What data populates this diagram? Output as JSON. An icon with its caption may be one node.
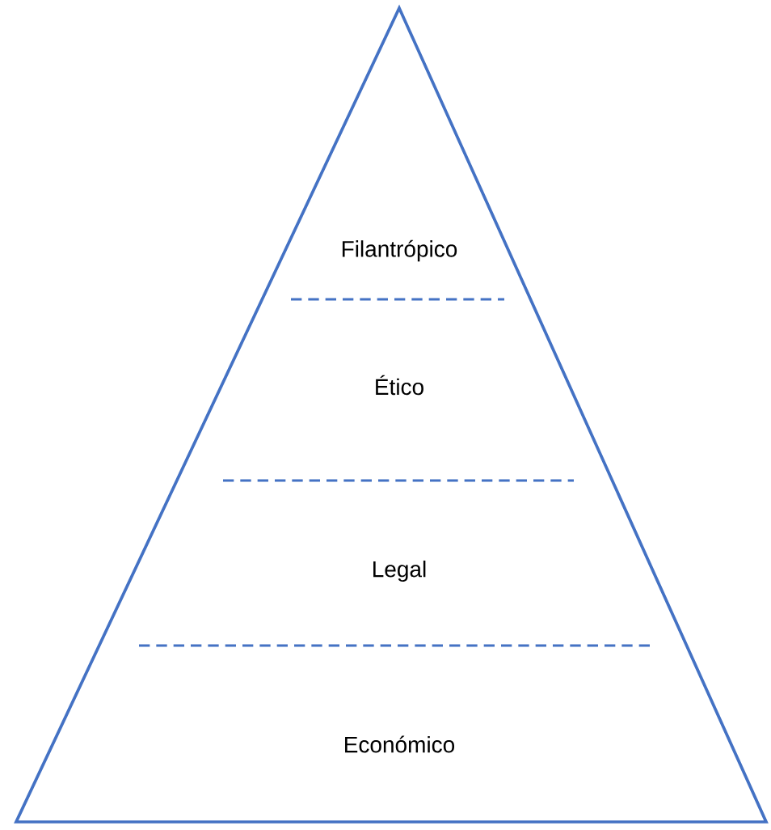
{
  "diagram": {
    "nodes": [
      {
        "text": [
          "Filantrópico",
          "Ético",
          "Legal",
          "Económico"
        ]
      }
    ]
  }
}
